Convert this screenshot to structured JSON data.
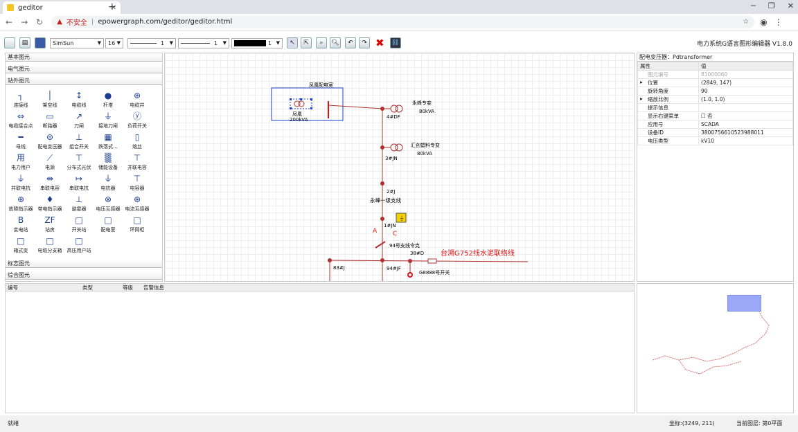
{
  "browser": {
    "tab_title": "geditor",
    "insecure_label": "不安全",
    "url": "epowergraph.com/geditor/geditor.html"
  },
  "toolbar": {
    "font_family": "SimSun",
    "font_size": "16",
    "line_width_1": "1",
    "line_width_2": "1",
    "color_width": "1",
    "app_title": "电力系统G语言图形编辑器 V1.8.0"
  },
  "palette": {
    "sections": [
      "基本图元",
      "电气图元",
      "站外图元"
    ],
    "items": [
      {
        "label": "连接线",
        "icon": "┐"
      },
      {
        "label": "架空线",
        "icon": "│"
      },
      {
        "label": "电缆线",
        "icon": "↕"
      },
      {
        "label": "杆塔",
        "icon": "●"
      },
      {
        "label": "电缆井",
        "icon": "⊕"
      },
      {
        "label": "电缆接合点",
        "icon": "⇔"
      },
      {
        "label": "断路器",
        "icon": "▭"
      },
      {
        "label": "刀闸",
        "icon": "↗"
      },
      {
        "label": "接地刀闸",
        "icon": "⏚"
      },
      {
        "label": "负荷开关",
        "icon": "ⓨ"
      },
      {
        "label": "母线",
        "icon": "━"
      },
      {
        "label": "配电变压器",
        "icon": "⊜"
      },
      {
        "label": "组合开关",
        "icon": "⊥"
      },
      {
        "label": "跌落式...",
        "icon": "▦"
      },
      {
        "label": "熔丝",
        "icon": "▯"
      },
      {
        "label": "电力用户",
        "icon": "用"
      },
      {
        "label": "电源",
        "icon": "⟋"
      },
      {
        "label": "分布式光伏",
        "icon": "⊤"
      },
      {
        "label": "储能设备",
        "icon": "▒"
      },
      {
        "label": "并联电容",
        "icon": "⊤"
      },
      {
        "label": "并联电抗",
        "icon": "⏚"
      },
      {
        "label": "串联电容",
        "icon": "⇹"
      },
      {
        "label": "串联电抗",
        "icon": "↦"
      },
      {
        "label": "电抗器",
        "icon": "⏚"
      },
      {
        "label": "电容器",
        "icon": "⊤"
      },
      {
        "label": "故障指示器",
        "icon": "⊕"
      },
      {
        "label": "带电指示器",
        "icon": "♦"
      },
      {
        "label": "避雷器",
        "icon": "⊥"
      },
      {
        "label": "电压互感器",
        "icon": "⊗"
      },
      {
        "label": "电流互感器",
        "icon": "⊕"
      },
      {
        "label": "变电站",
        "icon": "B"
      },
      {
        "label": "站房",
        "icon": "ZF"
      },
      {
        "label": "开关站",
        "icon": "□"
      },
      {
        "label": "配电室",
        "icon": "□"
      },
      {
        "label": "环网柜",
        "icon": "□"
      },
      {
        "label": "箱式变",
        "icon": "□"
      },
      {
        "label": "电缆分支箱",
        "icon": "□"
      },
      {
        "label": "高压用户站",
        "icon": "□"
      }
    ],
    "bottom_sections": [
      "标志图元",
      "综合图元"
    ]
  },
  "canvas": {
    "room_title": "凤凰配电室",
    "room_name": "凤凰",
    "room_capacity": "200kVA",
    "labels": {
      "df4": "4#DF",
      "t1_name": "永峰专变",
      "t1_cap": "80kVA",
      "jn3": "3#JN",
      "t2_name": "汇创塑料专变",
      "t2_cap": "80kVA",
      "j2": "2#J",
      "branch": "永峰一级支线",
      "jn1": "1#JN",
      "a": "A",
      "c": "C",
      "switch94": "94号支线令克",
      "d38": "38#D",
      "line_red": "台溯G752线水泥联络线",
      "j83": "83#J",
      "jf94": "94#JF",
      "g888": "G8888号开关"
    }
  },
  "props": {
    "title": "配电变压器：Pdtransformer",
    "col_prop": "属性",
    "col_val": "值",
    "rows": [
      {
        "k": "图元编号",
        "v": "81000060",
        "dim": true,
        "exp": ""
      },
      {
        "k": "位置",
        "v": "(2849, 147)",
        "dim": false,
        "exp": "▸"
      },
      {
        "k": "旋转角度",
        "v": "90",
        "dim": false,
        "exp": ""
      },
      {
        "k": "缩放比例",
        "v": "(1.0, 1.0)",
        "dim": false,
        "exp": "▸"
      },
      {
        "k": "提示信息",
        "v": "",
        "dim": false,
        "exp": ""
      },
      {
        "k": "显示右键菜单",
        "v": "☐ 否",
        "dim": false,
        "exp": ""
      },
      {
        "k": "应用号",
        "v": "SCADA",
        "dim": false,
        "exp": ""
      },
      {
        "k": "设备ID",
        "v": "3800756610523988011",
        "dim": false,
        "exp": ""
      },
      {
        "k": "电压类型",
        "v": "kV10",
        "dim": false,
        "exp": ""
      }
    ]
  },
  "alarm": {
    "columns": [
      "编号",
      "类型",
      "等级",
      "告警信息"
    ]
  },
  "status": {
    "ready": "就绪",
    "coord": "坐标:(3249, 211)",
    "layer": "当前图层: 第0平面"
  },
  "colors": {
    "line_red": "#b03030",
    "accent_red": "#e01010",
    "selection_blue": "#1a3cd0"
  }
}
